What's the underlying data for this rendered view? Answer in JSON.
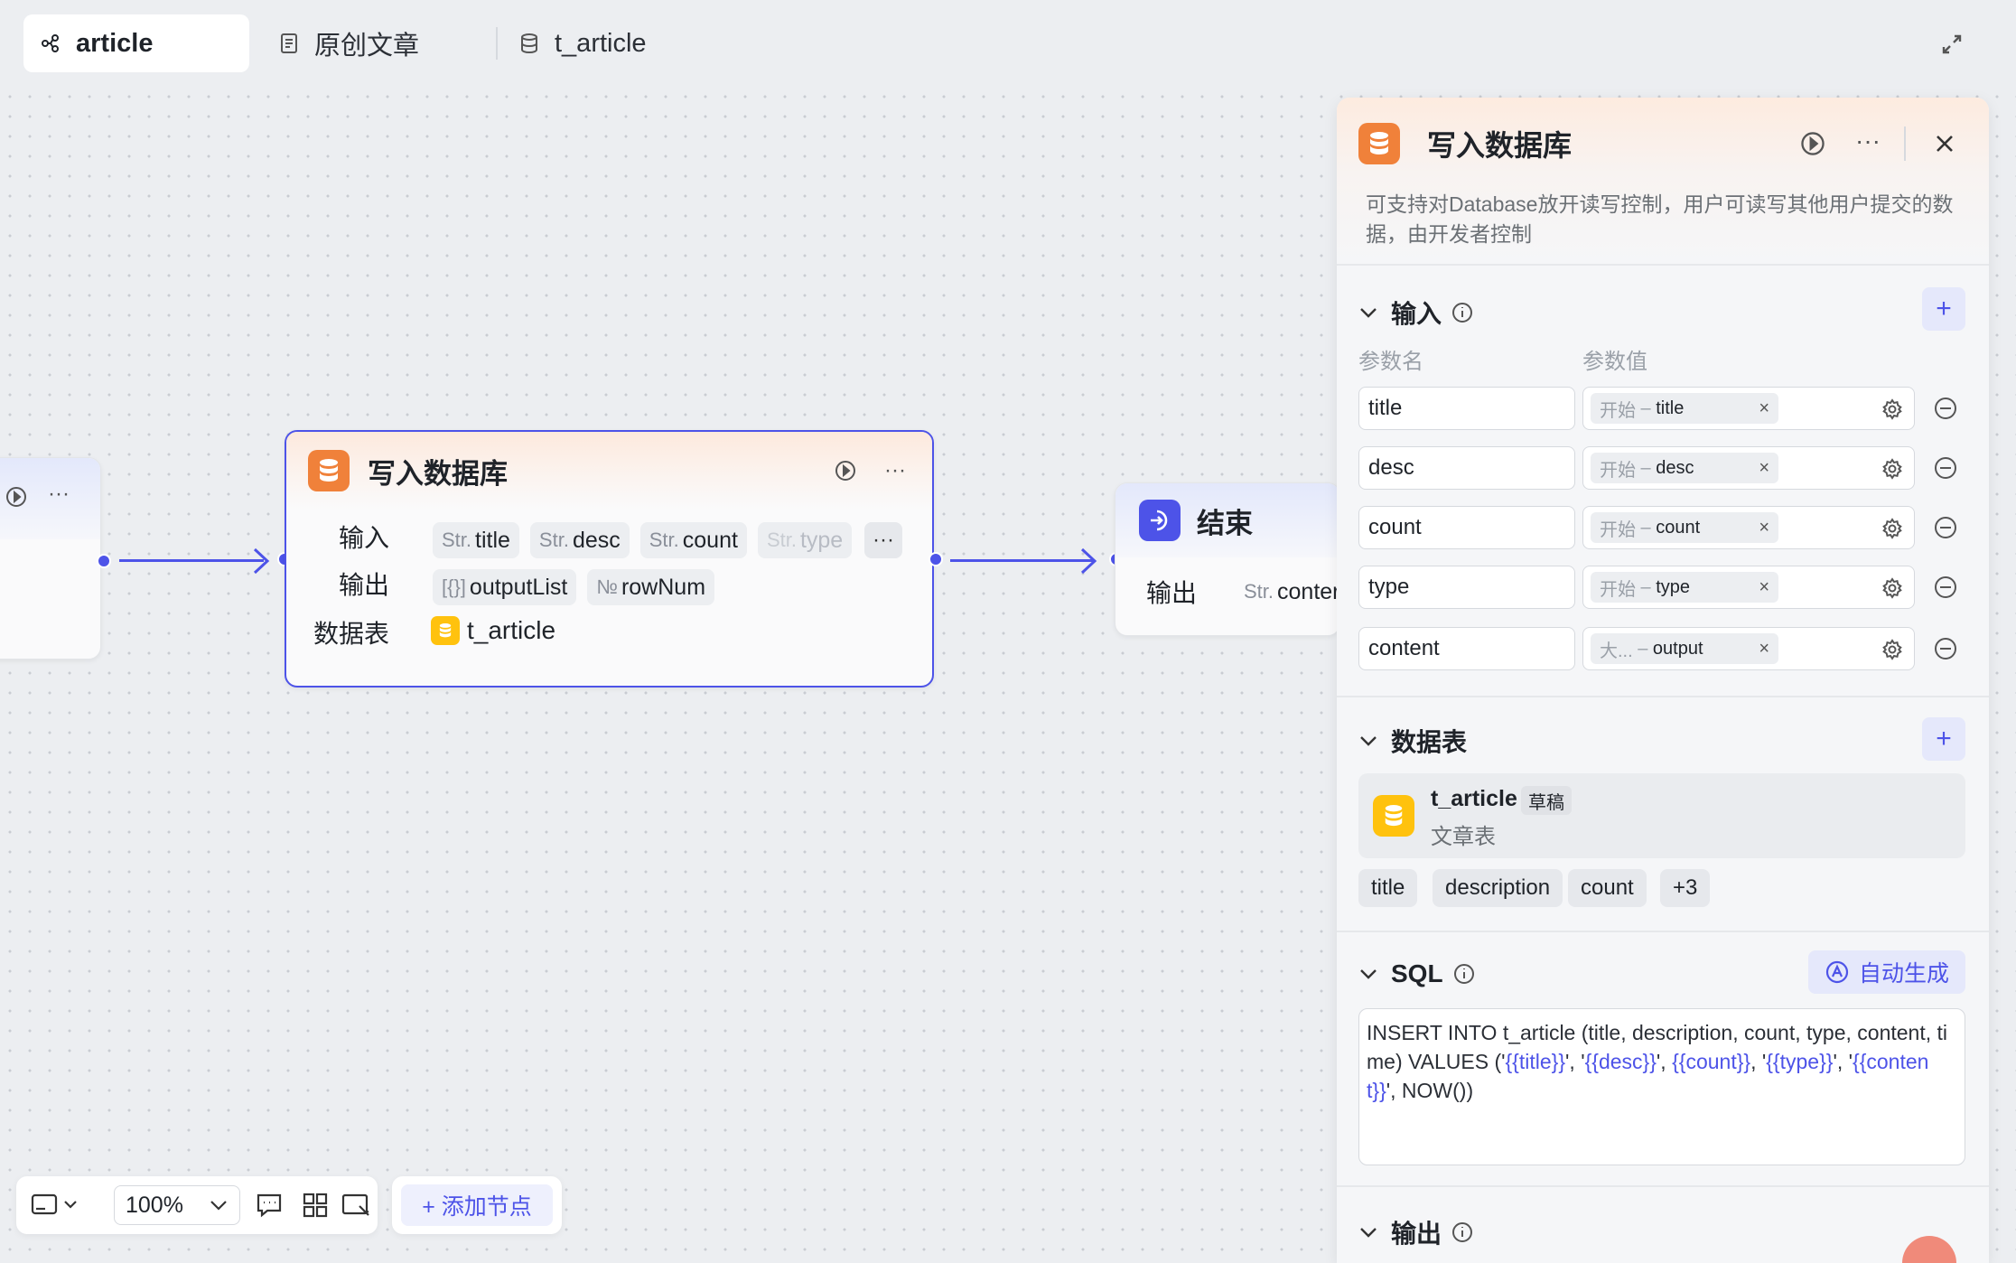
{
  "tabs": {
    "active": "article",
    "second": "原创文章",
    "third": "t_article"
  },
  "nodes": {
    "main": {
      "title": "写入数据库",
      "input_label": "输入",
      "output_label": "输出",
      "table_label": "数据表",
      "inputs": [
        {
          "type": "Str.",
          "name": "title"
        },
        {
          "type": "Str.",
          "name": "desc"
        },
        {
          "type": "Str.",
          "name": "count"
        },
        {
          "type": "Str.",
          "name": "type"
        }
      ],
      "more": "···",
      "outputs": [
        {
          "type": "[{}]",
          "name": "outputList"
        },
        {
          "type": "№",
          "name": "rowNum"
        }
      ],
      "table": "t_article"
    },
    "end": {
      "title": "结束",
      "output_label": "输出",
      "output_chip_type": "Str.",
      "output_chip_name": "conter"
    }
  },
  "toolbar": {
    "zoom": "100%",
    "add_node": "+ 添加节点"
  },
  "panel": {
    "title": "写入数据库",
    "description": "可支持对Database放开读写控制，用户可读写其他用户提交的数据，由开发者控制",
    "input_section": "输入",
    "col_name": "参数名",
    "col_value": "参数值",
    "params": [
      {
        "name": "title",
        "src": "开始",
        "ref": "title"
      },
      {
        "name": "desc",
        "src": "开始",
        "ref": "desc"
      },
      {
        "name": "count",
        "src": "开始",
        "ref": "count"
      },
      {
        "name": "type",
        "src": "开始",
        "ref": "type"
      },
      {
        "name": "content",
        "src": "大...",
        "ref": "output"
      }
    ],
    "table_section": "数据表",
    "table": {
      "name": "t_article",
      "tag": "草稿",
      "desc": "文章表"
    },
    "fields": [
      "title",
      "description",
      "count",
      "+3"
    ],
    "sql_section": "SQL",
    "auto_generate": "自动生成",
    "sql": {
      "prefix": "INSERT INTO t_article (title, description, count, type, content, time) VALUES ('",
      "v1": "{{title}}",
      "s1": "', '",
      "v2": "{{desc}}",
      "s2": "', ",
      "v3": "{{count}}",
      "s3": ", '",
      "v4": "{{type}}",
      "s4": "', '",
      "v5": "{{content}}",
      "suffix": "', NOW())"
    },
    "output_section": "输出"
  },
  "colors": {
    "accent": "#4d53e8",
    "db_orange": "#f0813a",
    "db_yellow": "#ffc20e"
  }
}
